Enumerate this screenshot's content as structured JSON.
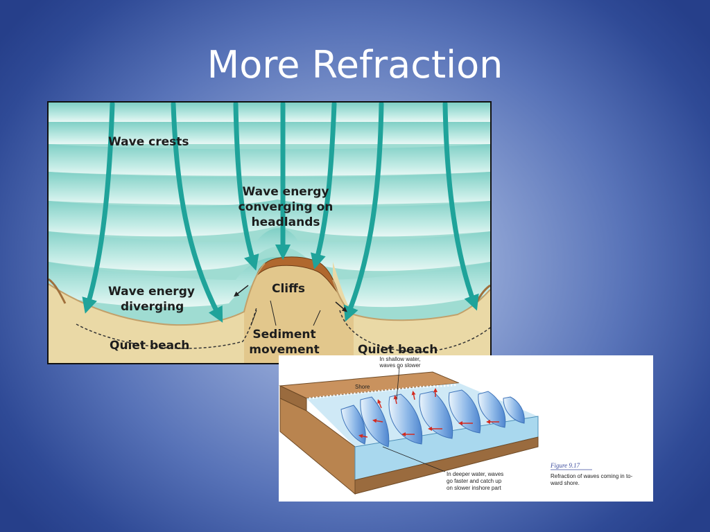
{
  "slide": {
    "title": "More Refraction"
  },
  "figure1": {
    "labels": {
      "wave_crests": "Wave crests",
      "converging": [
        "Wave energy",
        "converging on",
        "headlands"
      ],
      "diverging": [
        "Wave energy",
        "diverging"
      ],
      "cliffs": "Cliffs",
      "sediment": [
        "Sediment",
        "movement"
      ],
      "quiet_beach_left": "Quiet beach",
      "quiet_beach_right": "Quiet beach"
    },
    "colors": {
      "water": "#9fdcd2",
      "arrow": "#1fa39a",
      "sand": "#ead9a6",
      "cliff": "#b0682e"
    }
  },
  "figure2": {
    "labels": {
      "shallow": [
        "In shallow water,",
        "waves go slower"
      ],
      "shore": "Shore",
      "deeper": [
        "In deeper water, waves",
        "go faster and catch up",
        "on slower inshore part"
      ],
      "figure_number": "Figure 9.17",
      "caption": [
        "Refraction of waves coming in to-",
        "ward shore."
      ]
    },
    "colors": {
      "water": "#a9d8ee",
      "wave": "#5d95d6",
      "arrow": "#d42a1f",
      "land": "#c9925e"
    }
  }
}
